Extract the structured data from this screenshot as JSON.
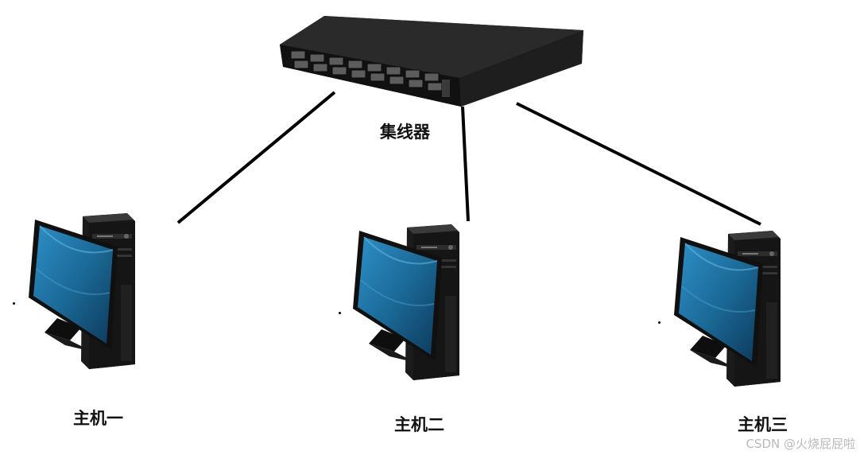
{
  "hub": {
    "label": "集线器",
    "icon": "network-hub-icon"
  },
  "hosts": [
    {
      "label": "主机一",
      "icon": "desktop-computer-icon"
    },
    {
      "label": "主机二",
      "icon": "desktop-computer-icon"
    },
    {
      "label": "主机三",
      "icon": "desktop-computer-icon"
    }
  ],
  "watermark": "CSDN @火烧屁屁啦",
  "colors": {
    "line": "#000000",
    "device": "#1c1c1c",
    "screen": "#1f6f9c",
    "background": "#ffffff"
  }
}
